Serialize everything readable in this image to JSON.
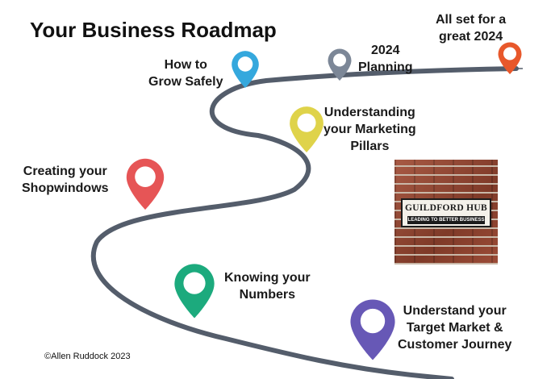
{
  "title": "Your Business Roadmap",
  "copyright": "©Allen Ruddock 2023",
  "milestones": [
    {
      "line1": "All set for a",
      "line2": "great 2024",
      "line3": "",
      "color": "#e8582b"
    },
    {
      "line1": "2024",
      "line2": "Planning",
      "line3": "",
      "color": "#7c8797"
    },
    {
      "line1": "How to",
      "line2": "Grow Safely",
      "line3": "",
      "color": "#35a8dd"
    },
    {
      "line1": "Understanding",
      "line2": "your Marketing",
      "line3": "Pillars",
      "color": "#dfd34a"
    },
    {
      "line1": "Creating your",
      "line2": "Shopwindows",
      "line3": "",
      "color": "#e65556"
    },
    {
      "line1": "Knowing your",
      "line2": "Numbers",
      "line3": "",
      "color": "#1caa7d"
    },
    {
      "line1": "Understand your",
      "line2": "Target Market &",
      "line3": "Customer Journey",
      "color": "#6758b6"
    }
  ],
  "logo": {
    "name": "GUILDFORD HUB",
    "tagline": "LEADING TO BETTER BUSINESS"
  },
  "road_color": "#545d6b"
}
